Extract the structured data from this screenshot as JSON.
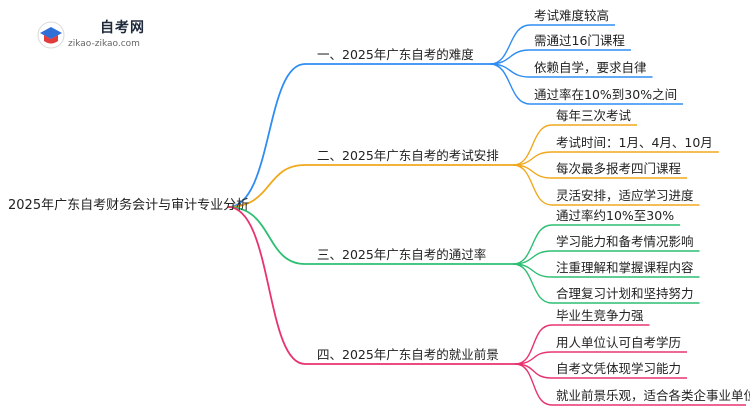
{
  "logo": {
    "title": "自考网",
    "subtitle": "zikao-zikao.com"
  },
  "root": "2025年广东自考财务会计与审计专业分析",
  "branches": [
    {
      "label": "一、2025年广东自考的难度",
      "color": "#2f8df2",
      "children": [
        "考试难度较高",
        "需通过16门课程",
        "依赖自学，要求自律",
        "通过率在10%到30%之间"
      ]
    },
    {
      "label": "二、2025年广东自考的考试安排",
      "color": "#f0a81c",
      "children": [
        "每年三次考试",
        "考试时间：1月、4月、10月",
        "每次最多报考四门课程",
        "灵活安排，适应学习进度"
      ]
    },
    {
      "label": "三、2025年广东自考的通过率",
      "color": "#2dbf72",
      "children": [
        "通过率约10%至30%",
        "学习能力和备考情况影响",
        "注重理解和掌握课程内容",
        "合理复习计划和坚持努力"
      ]
    },
    {
      "label": "四、2025年广东自考的就业前景",
      "color": "#e8336e",
      "children": [
        "毕业生竞争力强",
        "用人单位认可自考学历",
        "自考文凭体现学习能力",
        "就业前景乐观，适合各类企事业单位"
      ]
    }
  ]
}
